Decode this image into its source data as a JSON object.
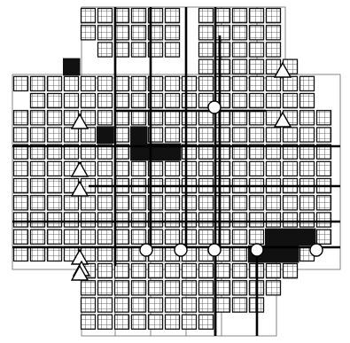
{
  "figure": {
    "legend": [],
    "title": "",
    "caption": ""
  },
  "diagram": {
    "grid": {
      "columns": 19,
      "rows": 19,
      "subdivisions_per_cell": 6,
      "hatched_cells": {
        "0": [
          4,
          5,
          6,
          7,
          8,
          9,
          11,
          12,
          13,
          14,
          15
        ],
        "1": [
          4,
          5,
          6,
          7,
          8,
          9,
          11,
          12,
          13,
          14,
          15
        ],
        "2": [
          5,
          6,
          7,
          8,
          9,
          11,
          12,
          13,
          14,
          15
        ],
        "3": [
          11,
          12,
          13,
          14,
          15,
          16
        ],
        "4": [
          0,
          1,
          2,
          3,
          4,
          5,
          6,
          7,
          8,
          9,
          10,
          11,
          12,
          13,
          14,
          15,
          16,
          17
        ],
        "5": [
          1,
          2,
          3,
          4,
          5,
          6,
          7,
          8,
          9,
          10,
          11,
          12,
          13,
          14,
          15,
          16,
          17
        ],
        "6": [
          0,
          1,
          2,
          3,
          4,
          5,
          6,
          7,
          8,
          9,
          10,
          11,
          12,
          13,
          14,
          15,
          16,
          17,
          18
        ],
        "7": [
          0,
          1,
          2,
          3,
          4,
          5,
          6,
          7,
          8,
          9,
          10,
          11,
          12,
          13,
          14,
          15,
          16,
          17,
          18
        ],
        "8": [
          0,
          1,
          2,
          3,
          4,
          5,
          6,
          7,
          8,
          9,
          10,
          11,
          12,
          13,
          14,
          15,
          16,
          17,
          18
        ],
        "9": [
          0,
          1,
          2,
          3,
          4,
          5,
          6,
          7,
          8,
          9,
          10,
          11,
          12,
          13,
          14,
          15,
          16,
          17,
          18
        ],
        "10": [
          0,
          1,
          2,
          3,
          4,
          5,
          6,
          7,
          8,
          9,
          10,
          11,
          12,
          13,
          14,
          15,
          16,
          17,
          18
        ],
        "11": [
          0,
          1,
          2,
          3,
          4,
          5,
          6,
          7,
          8,
          9,
          10,
          11,
          12,
          13,
          14,
          15,
          16,
          17,
          18
        ],
        "12": [
          0,
          1,
          2,
          3,
          4,
          5,
          6,
          7,
          8,
          9,
          10,
          11,
          12,
          13,
          14,
          15,
          16,
          17,
          18
        ],
        "13": [
          0,
          1,
          2,
          3,
          4,
          5,
          6,
          7,
          8,
          9,
          10,
          11,
          12,
          13,
          14,
          15,
          16,
          17,
          18
        ],
        "14": [
          0,
          1,
          2,
          3,
          4,
          5,
          6,
          7,
          8,
          9,
          10,
          11,
          12,
          13,
          14,
          15,
          16,
          17
        ],
        "15": [
          4,
          5,
          6,
          7,
          8,
          9,
          10,
          11,
          12,
          13,
          14,
          15,
          16
        ],
        "16": [
          4,
          5,
          6,
          7,
          8,
          9,
          10,
          11,
          12,
          13,
          14,
          15
        ],
        "17": [
          4,
          5,
          6,
          7,
          8,
          9,
          10,
          11,
          12,
          13,
          14
        ],
        "18": [
          4,
          5,
          6,
          7,
          8,
          9,
          10,
          11
        ]
      },
      "solid_cells": [
        [
          3,
          3
        ],
        [
          7,
          5
        ],
        [
          7,
          7
        ],
        [
          8,
          7
        ],
        [
          8,
          8
        ],
        [
          8,
          9
        ],
        [
          13,
          15
        ],
        [
          13,
          16
        ],
        [
          14,
          14
        ],
        [
          14,
          15
        ],
        [
          14,
          16
        ],
        [
          13,
          17
        ]
      ]
    },
    "marker_types": [
      "triangle",
      "circle"
    ],
    "triangle_count": 8,
    "circle_count": 6
  }
}
